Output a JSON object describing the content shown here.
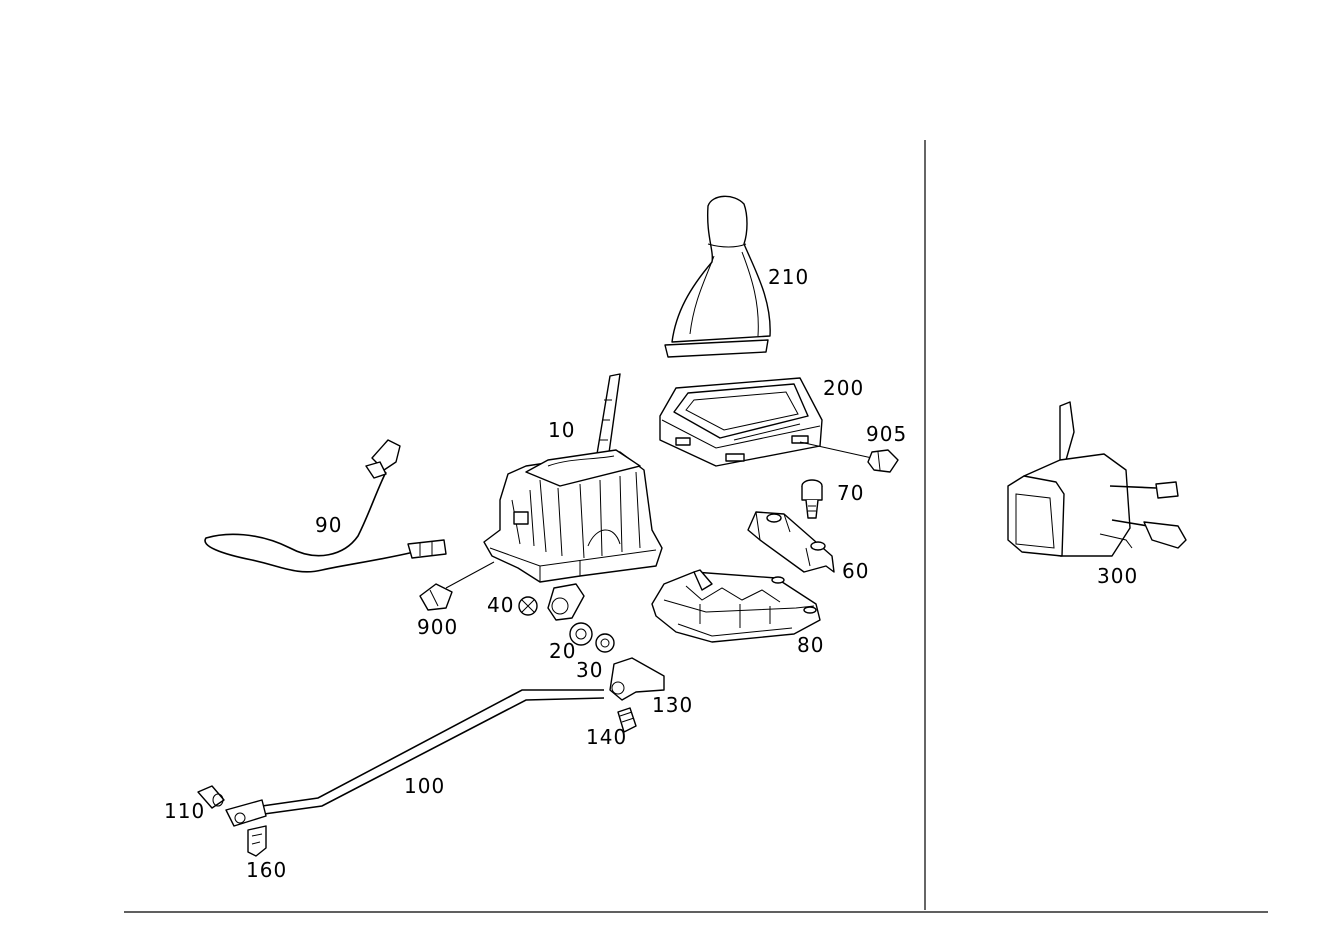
{
  "diagram": {
    "part_labels": {
      "p10": "10",
      "p20": "20",
      "p30": "30",
      "p40": "40",
      "p60": "60",
      "p70": "70",
      "p80": "80",
      "p90": "90",
      "p100": "100",
      "p110": "110",
      "p130": "130",
      "p140": "140",
      "p160": "160",
      "p200": "200",
      "p210": "210",
      "p300": "300",
      "p900": "900",
      "p905": "905"
    }
  }
}
